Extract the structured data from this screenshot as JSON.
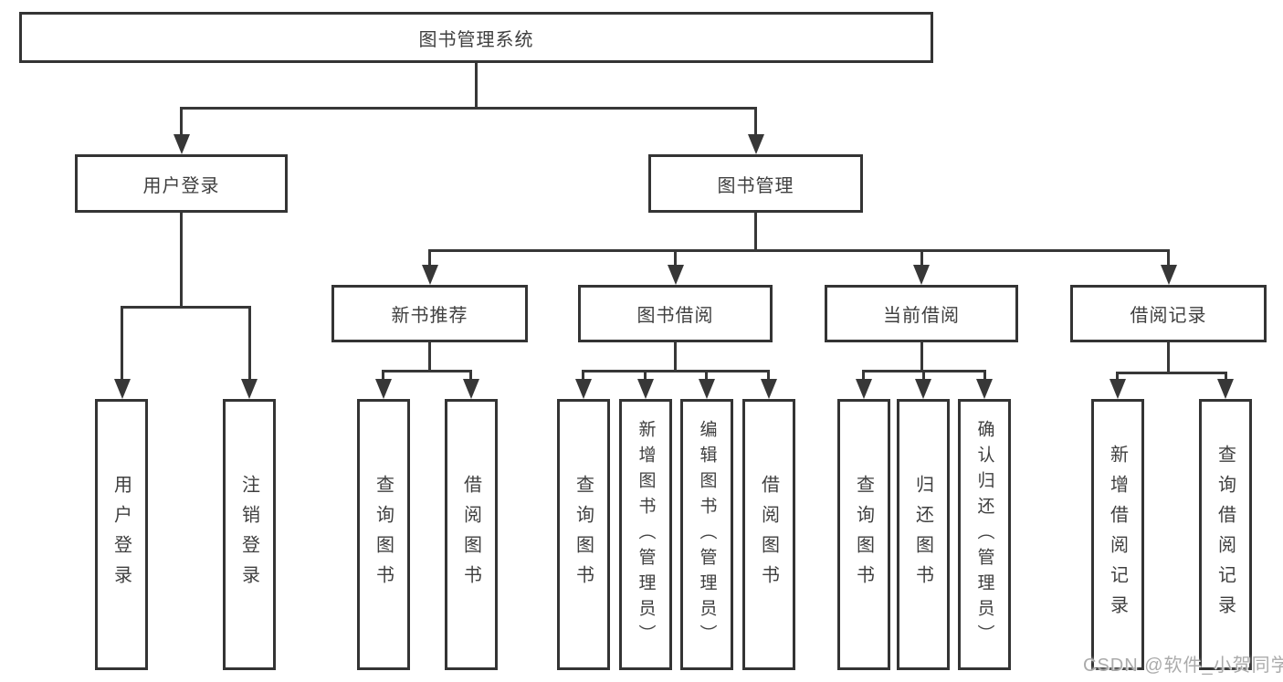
{
  "diagram": {
    "root": {
      "label": "图书管理系统"
    },
    "level2": [
      {
        "id": "user-login",
        "label": "用户登录"
      },
      {
        "id": "book-management",
        "label": "图书管理"
      }
    ],
    "level3": [
      {
        "id": "new-book-recommendation",
        "label": "新书推荐",
        "parent": "图书管理"
      },
      {
        "id": "book-borrowing",
        "label": "图书借阅",
        "parent": "图书管理"
      },
      {
        "id": "current-borrowing",
        "label": "当前借阅",
        "parent": "图书管理"
      },
      {
        "id": "borrowing-records",
        "label": "借阅记录",
        "parent": "图书管理"
      }
    ],
    "leaves": [
      {
        "id": "leaf-user-login",
        "label": "用户登录",
        "parent": "用户登录"
      },
      {
        "id": "leaf-logout",
        "label": "注销登录",
        "parent": "用户登录"
      },
      {
        "id": "leaf-query-books-recommend",
        "label": "查询图书",
        "parent": "新书推荐"
      },
      {
        "id": "leaf-borrow-books-recommend",
        "label": "借阅图书",
        "parent": "新书推荐"
      },
      {
        "id": "leaf-query-books-borrowing",
        "label": "查询图书",
        "parent": "图书借阅"
      },
      {
        "id": "leaf-add-books-admin",
        "label": "新增图书（管理员）",
        "parent": "图书借阅"
      },
      {
        "id": "leaf-edit-books-admin",
        "label": "编辑图书（管理员）",
        "parent": "图书借阅"
      },
      {
        "id": "leaf-borrow-books-borrowing",
        "label": "借阅图书",
        "parent": "图书借阅"
      },
      {
        "id": "leaf-query-books-current",
        "label": "查询图书",
        "parent": "当前借阅"
      },
      {
        "id": "leaf-return-books",
        "label": "归还图书",
        "parent": "当前借阅"
      },
      {
        "id": "leaf-confirm-return-admin",
        "label": "确认归还（管理员）",
        "parent": "当前借阅"
      },
      {
        "id": "leaf-add-borrow-record",
        "label": "新增借阅记录",
        "parent": "借阅记录"
      },
      {
        "id": "leaf-query-borrow-record",
        "label": "查询借阅记录",
        "parent": "借阅记录"
      }
    ],
    "watermark": "CSDN @软件_小贺同学",
    "colors": {
      "line": "#373737",
      "border": "#343434",
      "text": "#3f3f3f",
      "watermark": "#ababab",
      "background": "#ffffff"
    }
  }
}
